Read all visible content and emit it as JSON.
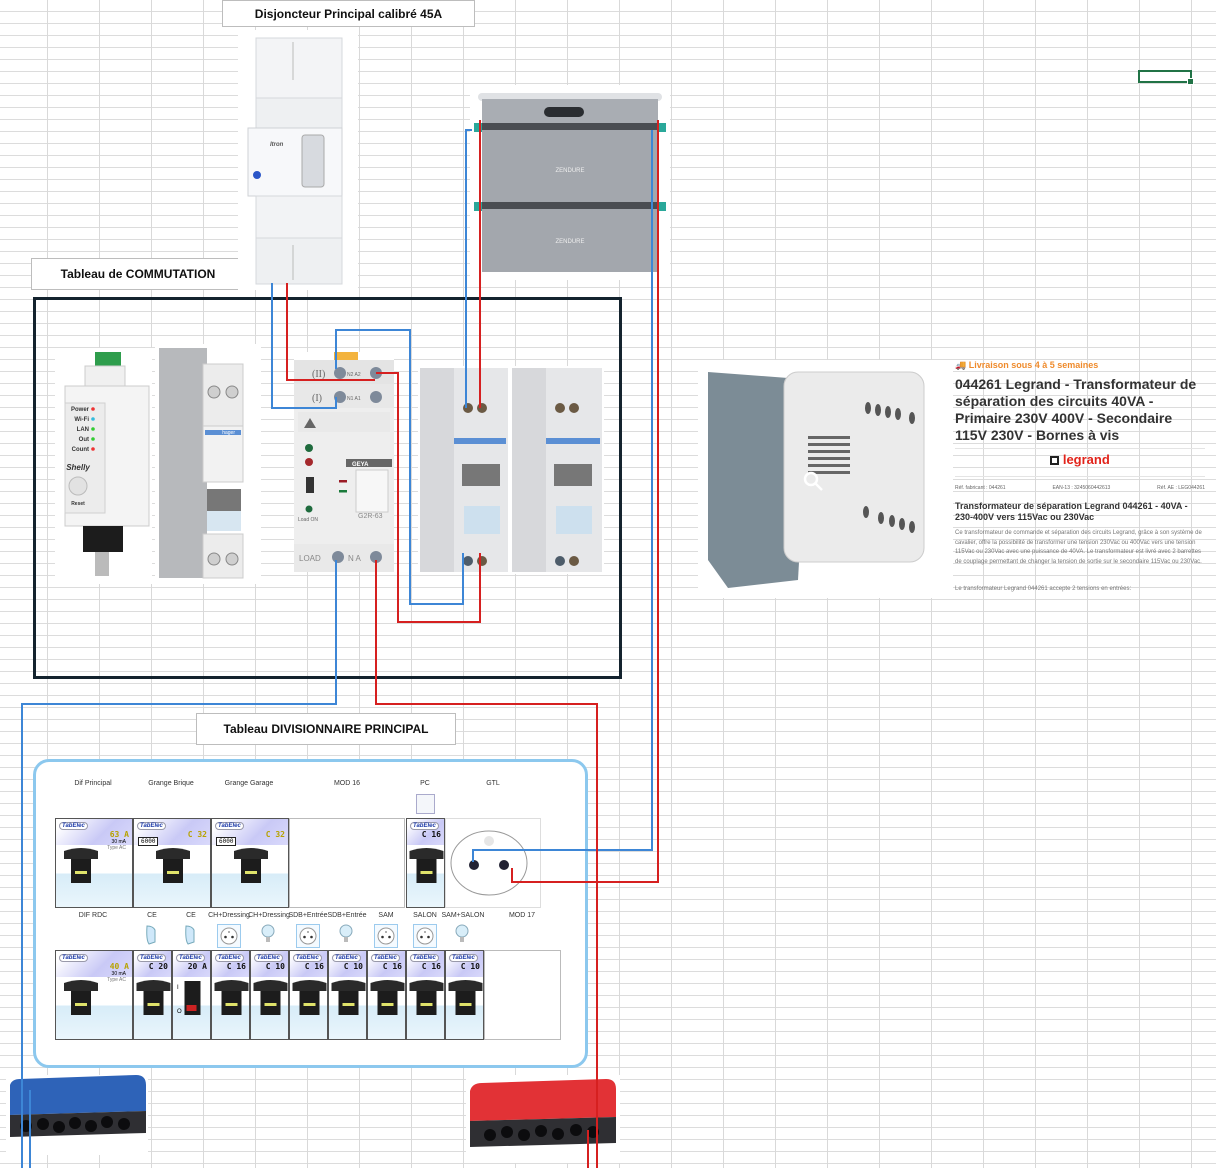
{
  "labels": {
    "main_breaker": "Disjoncteur Principal calibré 45A",
    "switch_panel": "Tableau de COMMUTATION",
    "div_panel": "Tableau DIVISIONNAIRE PRINCIPAL"
  },
  "devices": {
    "shelly": {
      "brand": "Shelly",
      "leds": [
        "Power",
        "Wi-Fi",
        "LAN",
        "Out",
        "Count"
      ],
      "reset": "Reset"
    },
    "hager": {
      "brand": "hager"
    },
    "main_breaker": {
      "brand": "Itron"
    },
    "battery": {
      "brand": "ZENDURE"
    },
    "transfer_switch": {
      "brand": "GEYA",
      "model": "G2R-63",
      "source_2": "(II)",
      "source_1": "(I)",
      "terminal_2": "N2 A2",
      "terminal_1": "N1 A1",
      "load": "LOAD",
      "load_terminal": "N A",
      "load_on": "Load ON"
    }
  },
  "product": {
    "delivery": "Livraison sous 4 à 5 semaines",
    "title": "044261 Legrand - Transformateur de séparation des circuits 40VA - Primaire 230V 400V - Secondaire 115V 230V - Bornes à vis",
    "logo": "legrand",
    "ref_manufacturer": "Réf. fabricant : 044261",
    "ean": "EAN-13 : 3245060442613",
    "ref_ae": "Réf. AE : LEG044261",
    "subtitle": "Transformateur de séparation Legrand 044261 - 40VA - 230-400V vers 115Vac ou 230Vac",
    "description": "Ce transformateur de commande et séparation des circuits Legrand, grâce à son système de cavalier, offre la possibilité de transformer une tension 230Vac ou 400Vac vers une tension 115Vac ou 230Vac avec une puissance de 40VA. Le transformateur est livré avec 2 barrettes de couplage permettant de changer la tension de sortie sur le secondaire 115Vac ou 230Vac.",
    "footer": "Le transformateur Legrand 044261 accepte 2 tensions en entrées:",
    "zoom_icon": "magnifier-icon"
  },
  "panel": {
    "row1_labels": [
      "Dif Principal",
      "Grange Brique",
      "Grange Garage",
      "MOD 16",
      "PC",
      "GTL"
    ],
    "row1_modules": [
      {
        "type": "differential",
        "rating": "63 A",
        "sens": "30 mA",
        "kind": "Type AC"
      },
      {
        "type": "breaker",
        "cap": "6000",
        "rating": "C 32"
      },
      {
        "type": "breaker",
        "cap": "6000",
        "rating": "C 32"
      },
      {
        "type": "empty"
      },
      {
        "type": "breaker",
        "rating": "C 16"
      },
      {
        "type": "socket"
      }
    ],
    "row2_labels": [
      "DIF RDC",
      "CE",
      "CE",
      "CH+Dressing",
      "CH+Dressing",
      "SDB+Entrée",
      "SDB+Entrée",
      "SAM",
      "SALON",
      "SAM+SALON",
      "MOD 17"
    ],
    "row2_icons": [
      "",
      "water-heater-icon",
      "water-heater-icon",
      "socket-icon",
      "bulb-icon",
      "socket-icon",
      "bulb-icon",
      "socket-icon",
      "socket-icon",
      "bulb-icon",
      ""
    ],
    "row2_modules": [
      {
        "type": "differential",
        "rating": "40 A",
        "sens": "30 mA",
        "kind": "Type AC"
      },
      {
        "type": "breaker",
        "rating": "C 20"
      },
      {
        "type": "switch",
        "rating": "20 A"
      },
      {
        "type": "breaker",
        "rating": "C 16"
      },
      {
        "type": "breaker",
        "rating": "C 10"
      },
      {
        "type": "breaker",
        "rating": "C 16"
      },
      {
        "type": "breaker",
        "rating": "C 10"
      },
      {
        "type": "breaker",
        "rating": "C 16"
      },
      {
        "type": "breaker",
        "rating": "C 16"
      },
      {
        "type": "breaker",
        "rating": "C 10"
      },
      {
        "type": "empty"
      }
    ],
    "module_brand": "TabElec"
  },
  "colors": {
    "neutral": "#3d86d6",
    "phase": "#d62020",
    "panel_border": "#8cc8ee",
    "cell_selection": "#217346"
  }
}
